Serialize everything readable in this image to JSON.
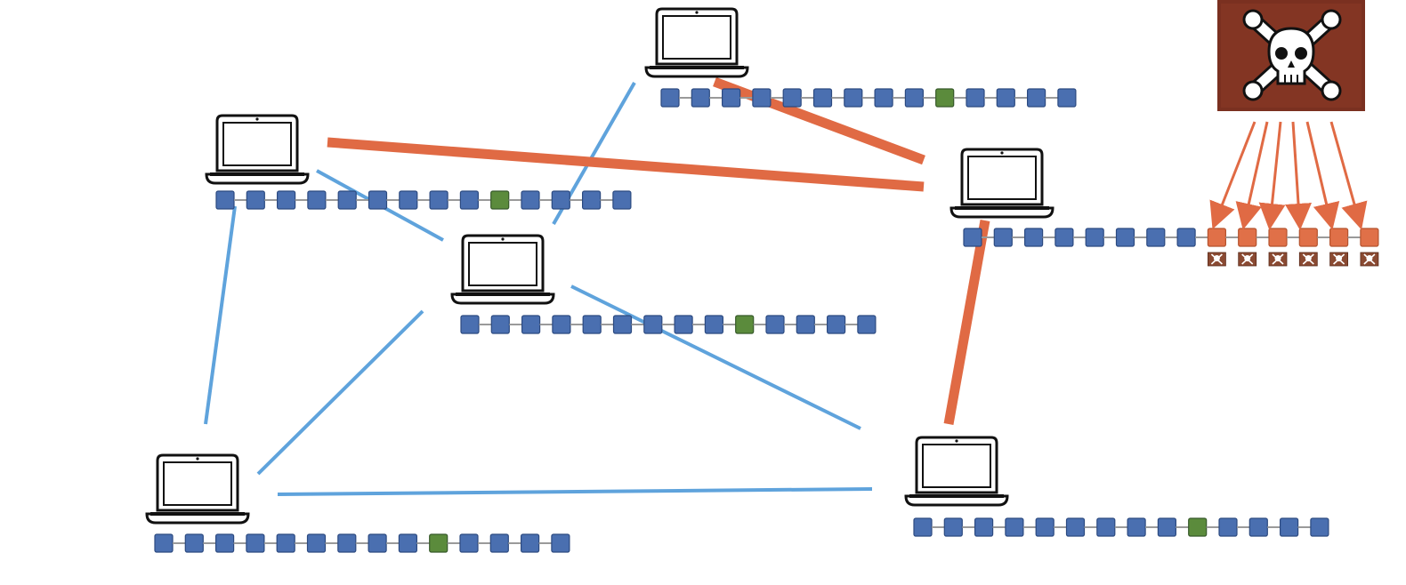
{
  "colors": {
    "block": "#4a6fb0",
    "block_valid_highlight": "#5b8b3c",
    "block_attacker": "#e07048",
    "link_honest": "#5fa3dc",
    "link_attacker": "#e06a44",
    "skull_background": "#7a3020"
  },
  "icons": {
    "node": "laptop-icon",
    "attacker": "skull-crossbones-icon",
    "attack": "arrow-icon"
  },
  "nodes": [
    {
      "id": "n-top",
      "block_count": 14,
      "green_block": 9,
      "attacker_blocks": 0
    },
    {
      "id": "n-upper-left",
      "block_count": 14,
      "green_block": 9,
      "attacker_blocks": 0
    },
    {
      "id": "n-center",
      "block_count": 14,
      "green_block": 9,
      "attacker_blocks": 0
    },
    {
      "id": "n-attacked",
      "block_count": 14,
      "green_block": null,
      "attacker_blocks": 6
    },
    {
      "id": "n-lower-left",
      "block_count": 14,
      "green_block": 9,
      "attacker_blocks": 0
    },
    {
      "id": "n-lower-right",
      "block_count": 14,
      "green_block": 9,
      "attacker_blocks": 0
    }
  ],
  "links": [
    {
      "from": "n-upper-left",
      "to": "n-center",
      "type": "honest"
    },
    {
      "from": "n-upper-left",
      "to": "n-lower-left",
      "type": "honest"
    },
    {
      "from": "n-top",
      "to": "n-center",
      "type": "honest"
    },
    {
      "from": "n-center",
      "to": "n-lower-left",
      "type": "honest"
    },
    {
      "from": "n-center",
      "to": "n-lower-right",
      "type": "honest"
    },
    {
      "from": "n-lower-left",
      "to": "n-lower-right",
      "type": "honest"
    },
    {
      "from": "n-upper-left",
      "to": "n-attacked",
      "type": "attacker"
    },
    {
      "from": "n-top",
      "to": "n-attacked",
      "type": "attacker"
    },
    {
      "from": "n-attacked",
      "to": "n-lower-right",
      "type": "attacker"
    }
  ]
}
